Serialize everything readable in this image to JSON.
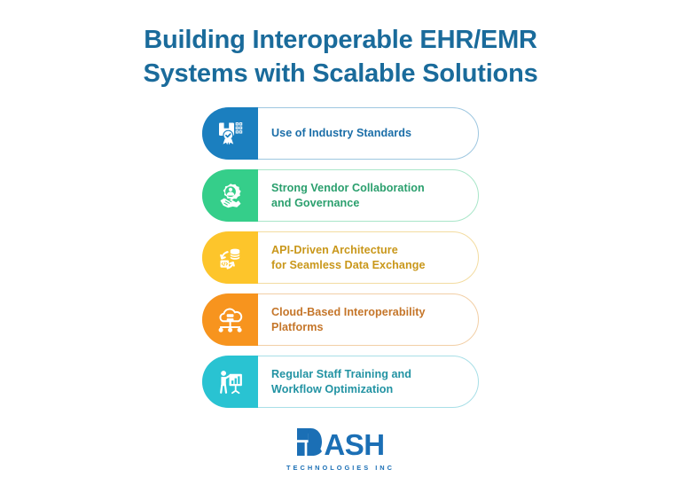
{
  "title": {
    "line1": "Building Interoperable EHR/EMR",
    "line2": "Systems with Scalable Solutions",
    "color": "#1a6b9b"
  },
  "items": [
    {
      "icon": "certificate-badge-icon",
      "label_line1": "Use of Industry Standards",
      "label_line2": "",
      "color": "#1b7fbf",
      "text_color": "#1b6ea8",
      "border_color": "#9ec7e0"
    },
    {
      "icon": "handshake-gear-icon",
      "label_line1": "Strong Vendor Collaboration",
      "label_line2": "and Governance",
      "color": "#35ce8a",
      "text_color": "#2a9f6d",
      "border_color": "#a9e6c9"
    },
    {
      "icon": "api-data-exchange-icon",
      "label_line1": "API-Driven Architecture",
      "label_line2": "for Seamless Data Exchange",
      "color": "#fdc52b",
      "text_color": "#c9971a",
      "border_color": "#f3dca1"
    },
    {
      "icon": "cloud-network-icon",
      "label_line1": "Cloud-Based Interoperability",
      "label_line2": "Platforms",
      "color": "#f7941e",
      "text_color": "#c5762a",
      "border_color": "#f2cfa6"
    },
    {
      "icon": "staff-training-presentation-icon",
      "label_line1": "Regular Staff Training and",
      "label_line2": "Workflow Optimization",
      "color": "#29c3d2",
      "text_color": "#2293a3",
      "border_color": "#a8dfe7"
    }
  ],
  "logo": {
    "mark": "dash-logo-mark",
    "wordmark": "ASH",
    "tagline": "TECHNOLOGIES INC",
    "color": "#1b6fb5"
  }
}
